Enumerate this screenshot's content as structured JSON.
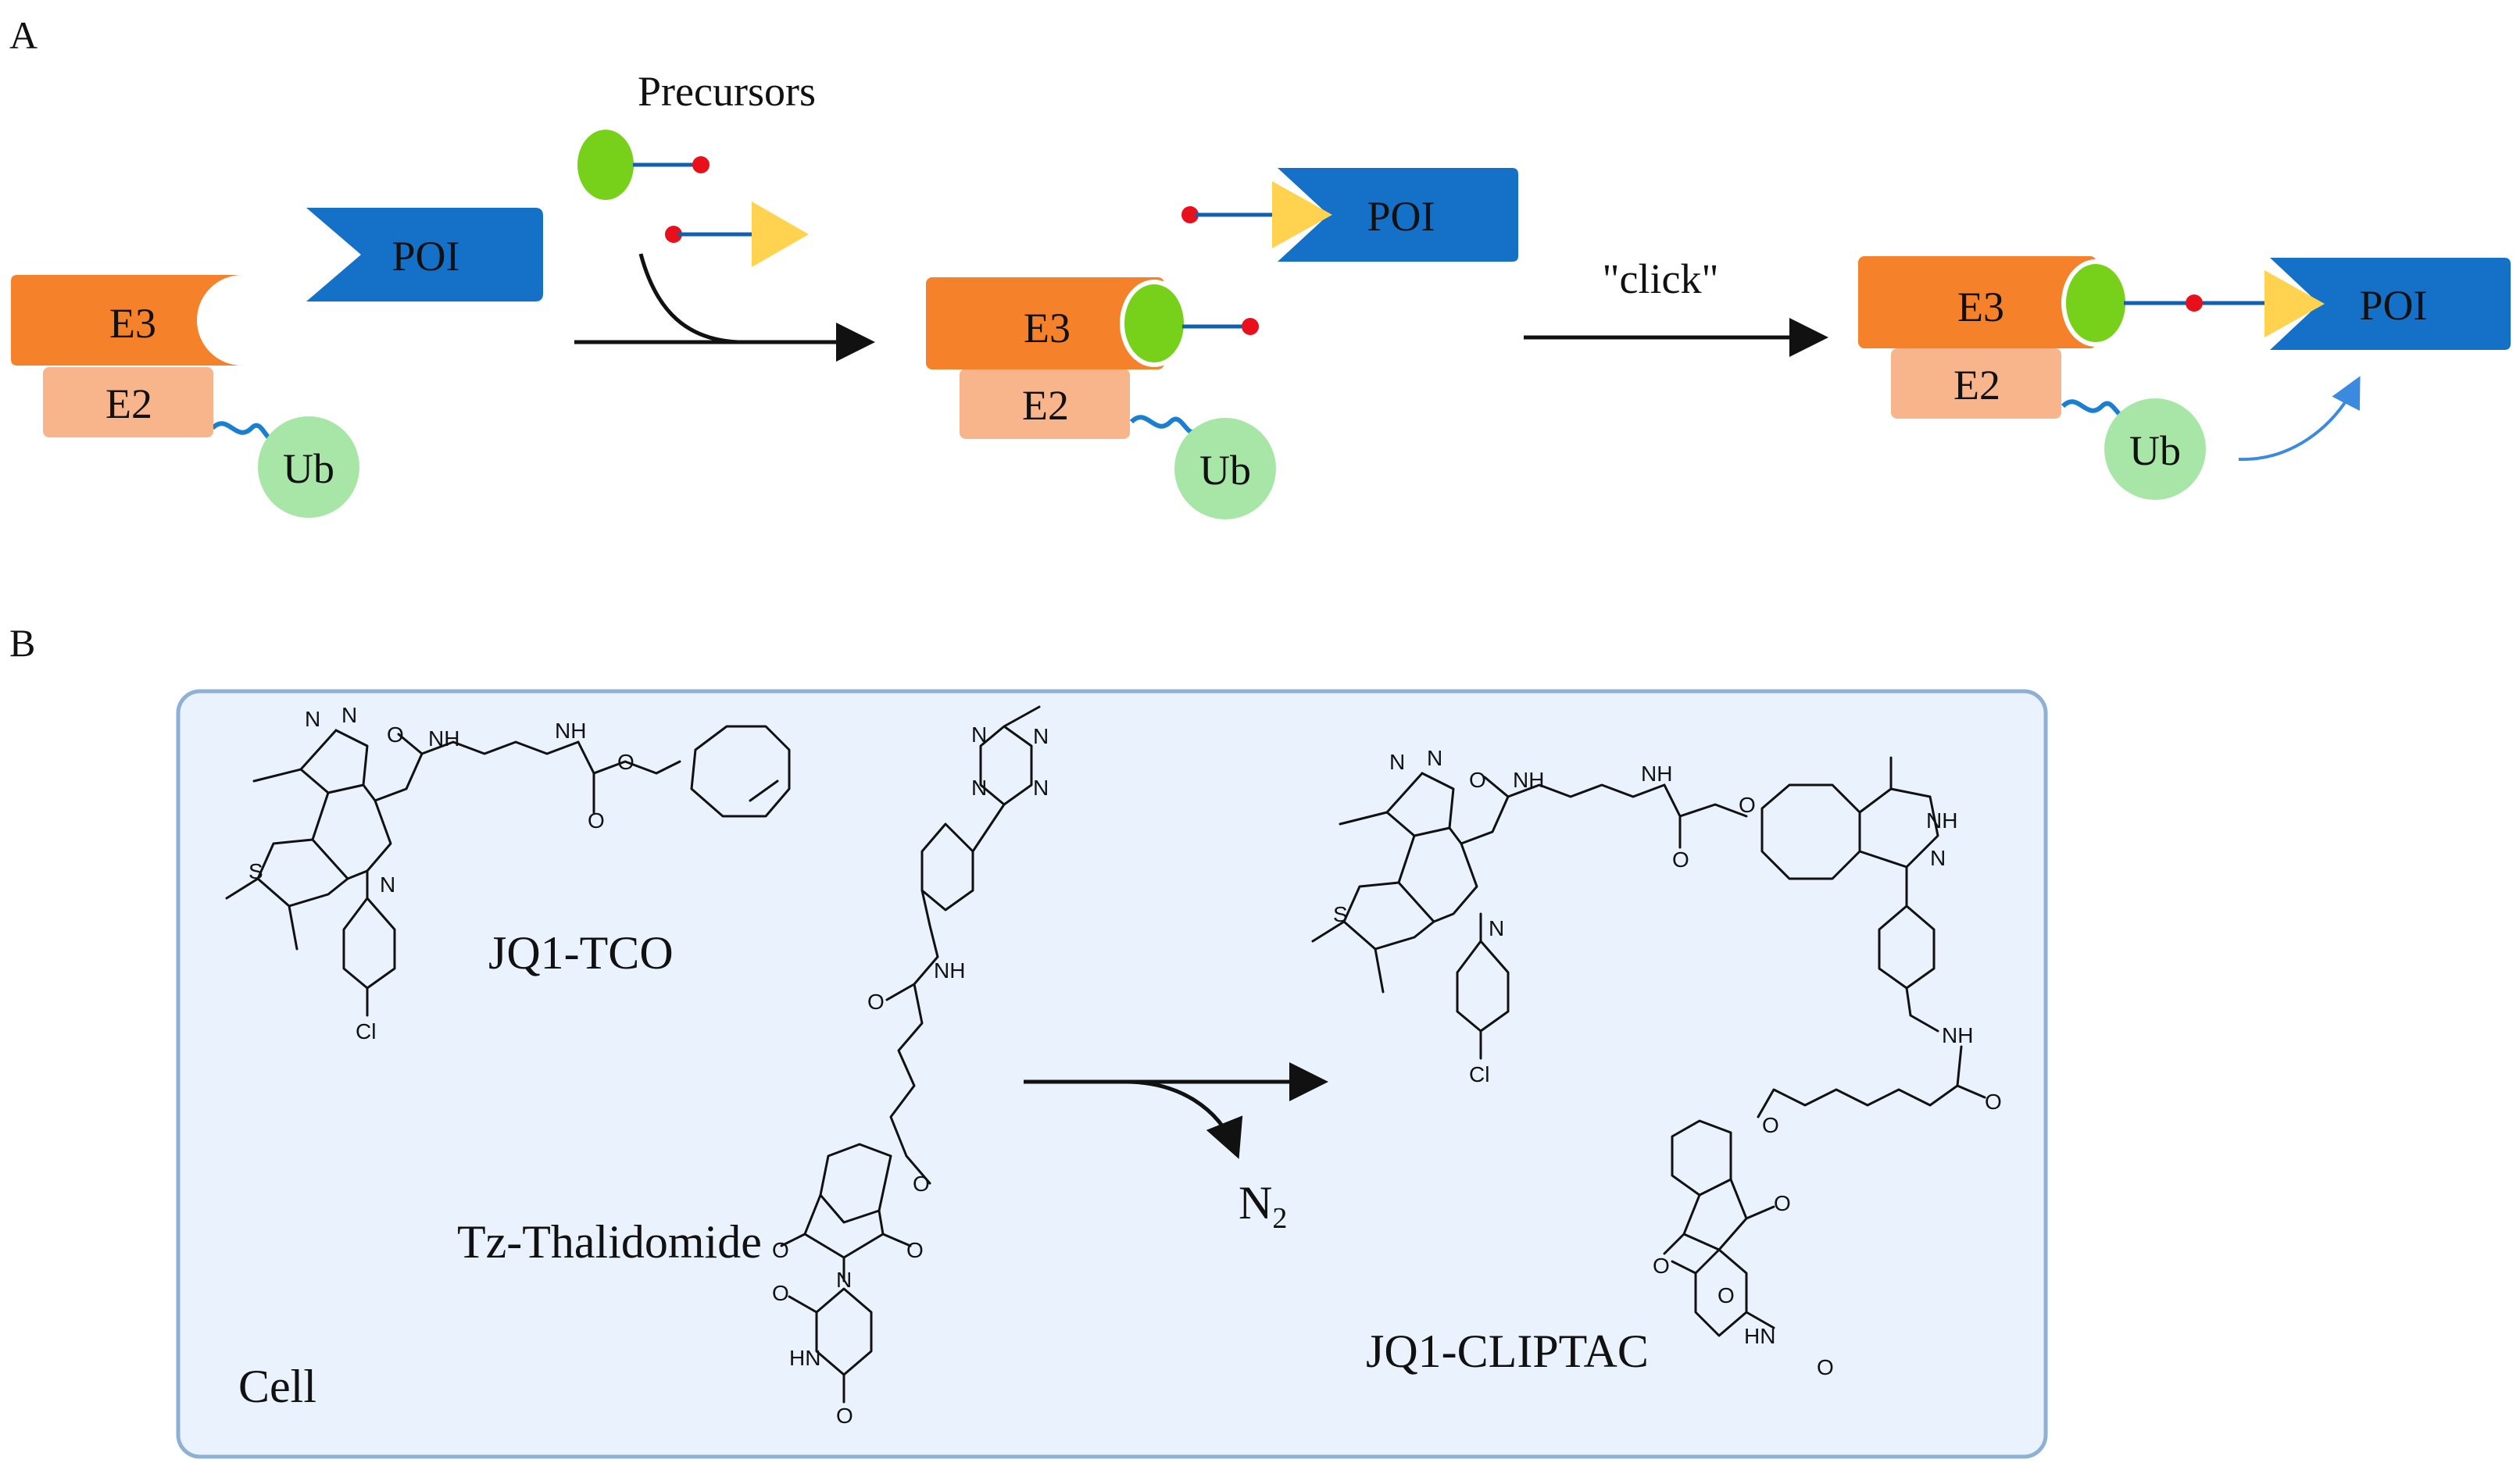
{
  "panel_a": {
    "label": "A",
    "precursors_label": "Precursors",
    "click_label": "\"click\"",
    "e3_label": "E3",
    "e2_label": "E2",
    "ub_label": "Ub",
    "poi_label": "POI"
  },
  "panel_b": {
    "label": "B",
    "cell_label": "Cell",
    "jq1_tco_label": "JQ1-TCO",
    "tz_thalidomide_label": "Tz-Thalidomide",
    "jq1_cliptac_label": "JQ1-CLIPTAC",
    "n2_label": "N",
    "n2_subscript": "2",
    "atoms": {
      "N": "N",
      "NH": "NH",
      "HN": "HN",
      "O": "O",
      "S": "S",
      "Cl": "Cl"
    }
  },
  "colors": {
    "e3": "#f5822a",
    "e2": "#f8b48a",
    "ub": "#a8e6a8",
    "poi": "#1570c8",
    "green_ligand": "#77d11a",
    "yellow_ligand": "#ffd250",
    "red_dot": "#e8101a",
    "linker": "#1060b0",
    "cell_bg": "#eaf3fd",
    "cell_border": "#8fb0d6",
    "ub_linker": "#1a7fd0",
    "arrow_curve": "#3a8be0"
  }
}
